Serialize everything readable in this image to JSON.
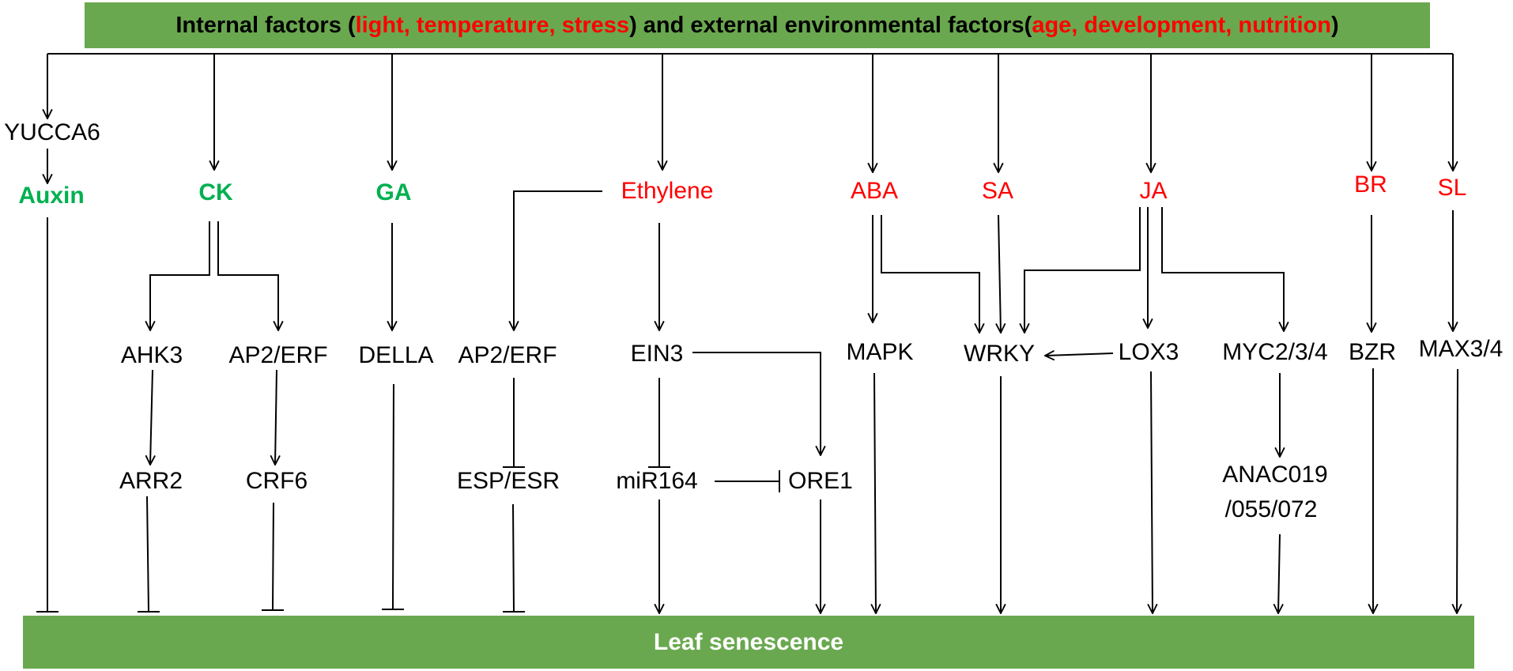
{
  "top_bar": {
    "p1": "Internal factors (",
    "p2": "light, temperature, stress",
    "p3": ") and external environmental factors(",
    "p4": "age, development, nutrition",
    "p5": ")"
  },
  "bottom_bar": {
    "label": "Leaf senescence"
  },
  "nodes": {
    "yucca6": "YUCCA6",
    "auxin": "Auxin",
    "ck": "CK",
    "ga": "GA",
    "ethylene": "Ethylene",
    "aba": "ABA",
    "sa": "SA",
    "ja": "JA",
    "br": "BR",
    "sl": "SL",
    "ahk3": "AHK3",
    "ap2erf_ck": "AP2/ERF",
    "della": "DELLA",
    "ap2erf_eth": "AP2/ERF",
    "ein3": "EIN3",
    "mapk": "MAPK",
    "wrky": "WRKY",
    "lox3": "LOX3",
    "myc": "MYC2/3/4",
    "bzr": "BZR",
    "max": "MAX3/4",
    "arr2": "ARR2",
    "crf6": "CRF6",
    "esp": "ESP/ESR",
    "mir164": "miR164",
    "ore1": "ORE1",
    "anac_line1": "ANAC019",
    "anac_line2": "/055/072"
  },
  "colors": {
    "bar": "#6aa84f",
    "hormone_red": "#ff0000",
    "hormone_green": "#00b050"
  }
}
